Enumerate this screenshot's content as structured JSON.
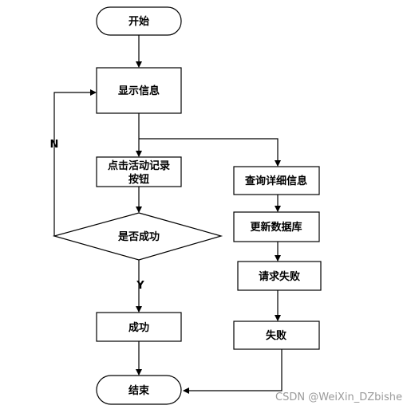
{
  "nodes": {
    "start": "开始",
    "show_info": "显示信息",
    "click_button_line1": "点击活动记录",
    "click_button_line2": "按钮",
    "is_success": "是否成功",
    "success": "成功",
    "end": "结束",
    "query_detail": "查询详细信息",
    "update_db": "更新数据库",
    "request_fail": "请求失败",
    "fail": "失败"
  },
  "edges": {
    "no_label": "N",
    "yes_label": "Y"
  },
  "watermark": "CSDN @WeiXin_DZbishe"
}
